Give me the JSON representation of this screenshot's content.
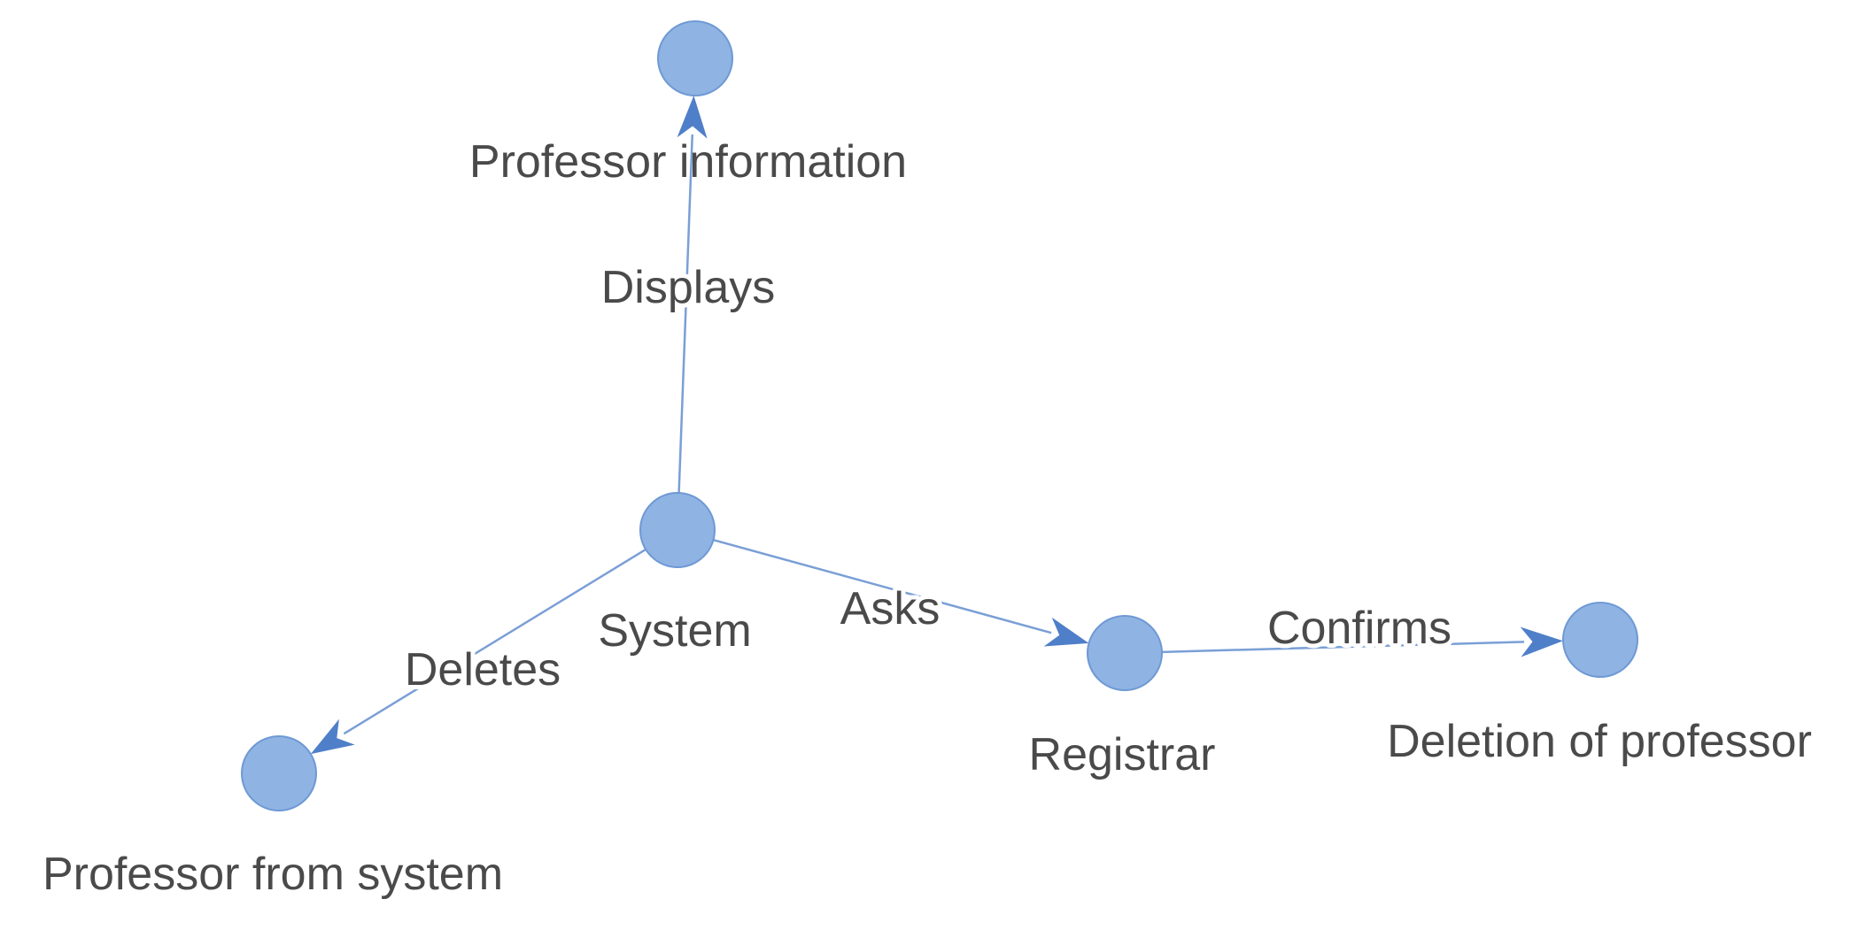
{
  "colors": {
    "node_fill": "#8fb3e3",
    "node_stroke": "#6e99d4",
    "edge": "#7a9fd6",
    "arrow": "#4f7fc9",
    "label": "#4a4a4a"
  },
  "nodes": [
    {
      "id": "professor_information",
      "label": "Professor information"
    },
    {
      "id": "system",
      "label": "System"
    },
    {
      "id": "professor_from_system",
      "label": "Professor from system"
    },
    {
      "id": "registrar",
      "label": "Registrar"
    },
    {
      "id": "deletion_of_professor",
      "label": "Deletion of professor"
    }
  ],
  "edges": [
    {
      "id": "displays",
      "source": "system",
      "target": "professor_information",
      "label": "Displays"
    },
    {
      "id": "deletes",
      "source": "system",
      "target": "professor_from_system",
      "label": "Deletes"
    },
    {
      "id": "asks",
      "source": "system",
      "target": "registrar",
      "label": "Asks"
    },
    {
      "id": "confirms",
      "source": "registrar",
      "target": "deletion_of_professor",
      "label": "Confirms"
    }
  ]
}
